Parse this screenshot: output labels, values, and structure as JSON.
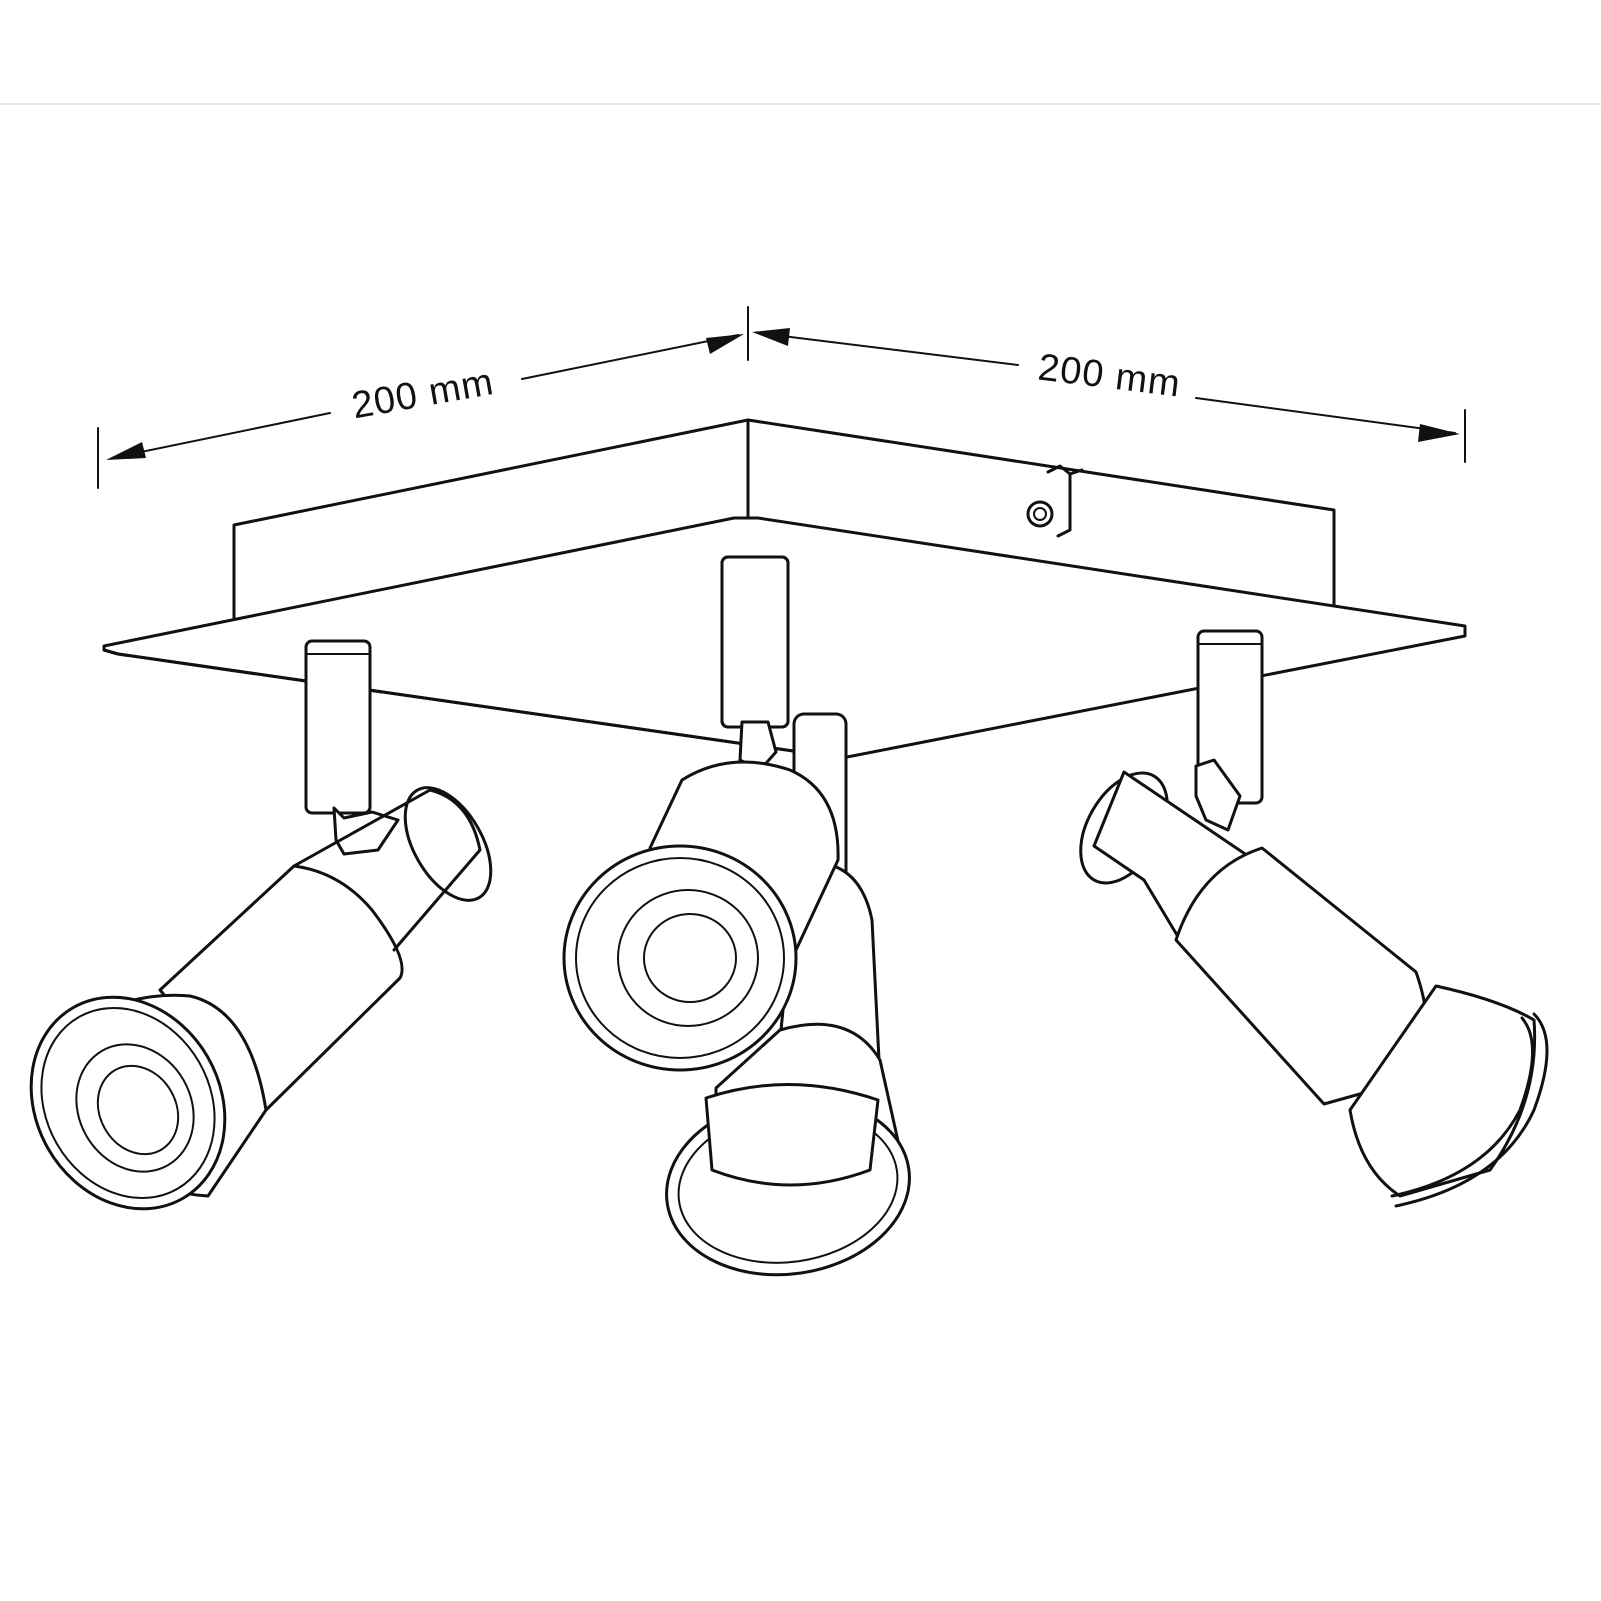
{
  "dimensions": {
    "width_label": "200 mm",
    "depth_label": "200 mm"
  },
  "colors": {
    "line": "#111111",
    "background": "#ffffff",
    "separator": "#dddddd"
  },
  "components": {
    "spotlight_count": 4
  }
}
